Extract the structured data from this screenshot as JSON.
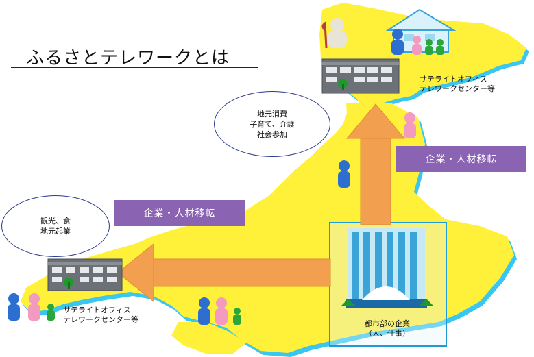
{
  "title": "ふるさとテレワークとは",
  "local_benefits_north": "地元消費\n子育て、介護\n社会参加",
  "local_benefits_west": "観光、食\n地元起業",
  "relocation_badge_upper": "企業・人材移転",
  "relocation_badge_lower": "企業・人材移転",
  "satellite_office_north": "サテライトオフィス\nテレワークセンター等",
  "satellite_office_west": "サテライトオフィス\nテレワークセンター等",
  "urban_company": "都市部の企業\n（人、仕事）",
  "colors": {
    "land": "#fff03a",
    "coast": "#39c6f0",
    "arrow": "#f2a04f",
    "badge": "#8b63b3",
    "frame": "#1f9ad6",
    "building": "#6c7177"
  }
}
